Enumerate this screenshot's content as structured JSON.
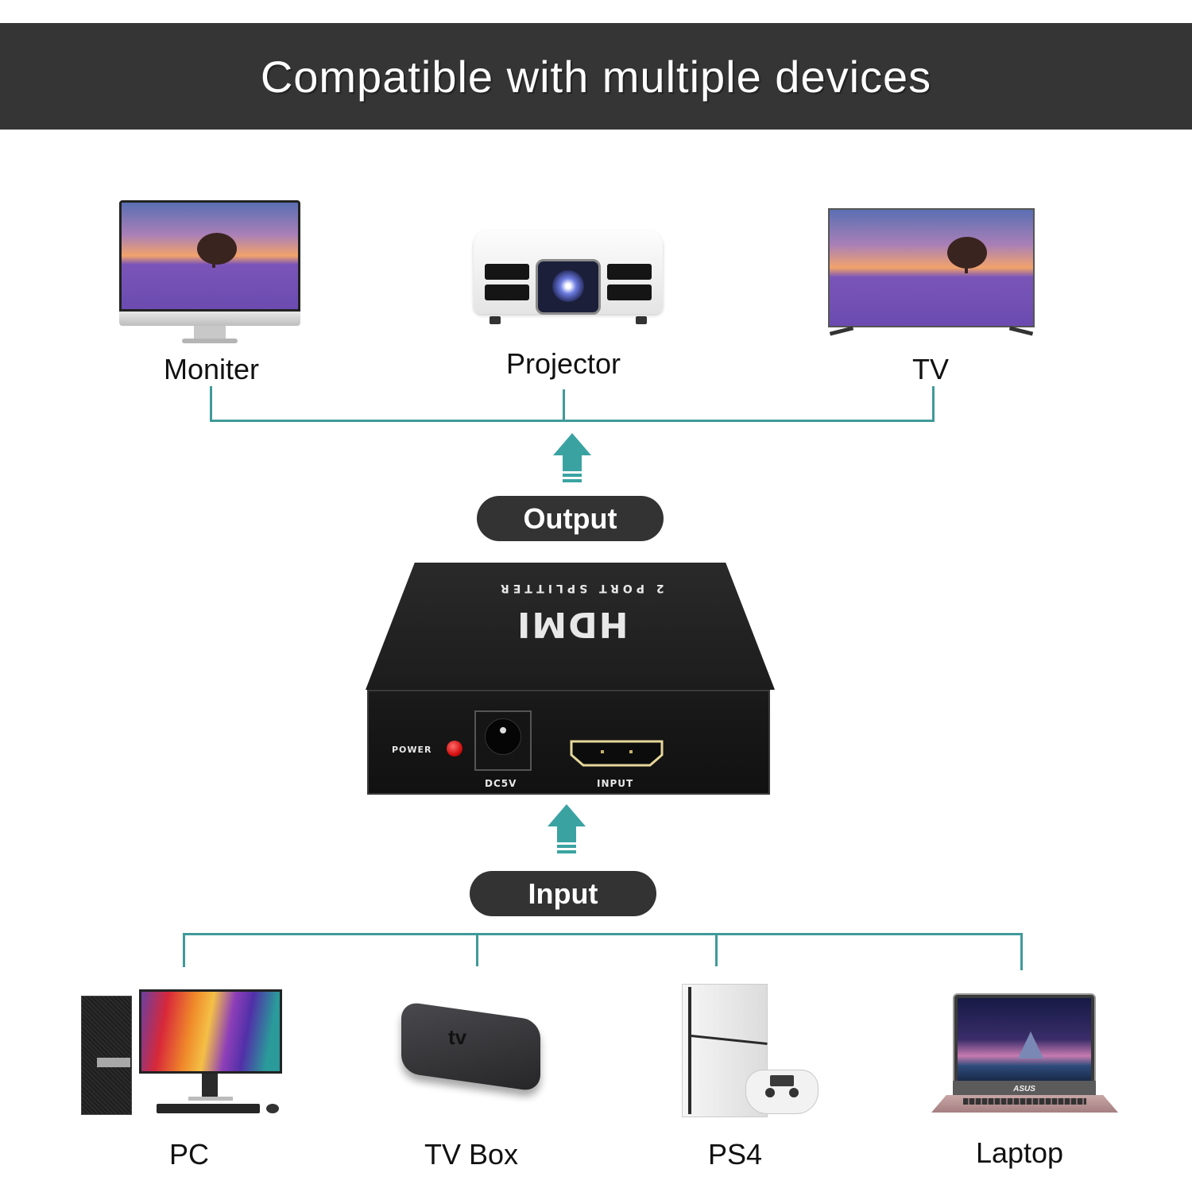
{
  "banner": {
    "title": "Compatible with multiple devices"
  },
  "colors": {
    "banner_bg": "#353535",
    "connector_line": "#3f9a99",
    "arrow": "#3aa3a2",
    "pill_bg": "#333333"
  },
  "output_devices": [
    {
      "label": "Moniter",
      "icon": "monitor-icon"
    },
    {
      "label": "Projector",
      "icon": "projector-icon"
    },
    {
      "label": "TV",
      "icon": "tv-icon"
    }
  ],
  "output_pill": {
    "label": "Output"
  },
  "splitter": {
    "top_text": "2 PORT SPLITTER",
    "logo_text": "HDMI",
    "power_label": "POWER",
    "dc_label": "DC5V",
    "input_label": "INPUT"
  },
  "input_pill": {
    "label": "Input"
  },
  "input_devices": [
    {
      "label": "PC",
      "icon": "desktop-pc-icon"
    },
    {
      "label": "TV Box",
      "icon": "tv-box-icon",
      "brand": "tv"
    },
    {
      "label": "PS4",
      "icon": "game-console-icon"
    },
    {
      "label": "Laptop",
      "icon": "laptop-icon",
      "brand": "ASUS"
    }
  ]
}
